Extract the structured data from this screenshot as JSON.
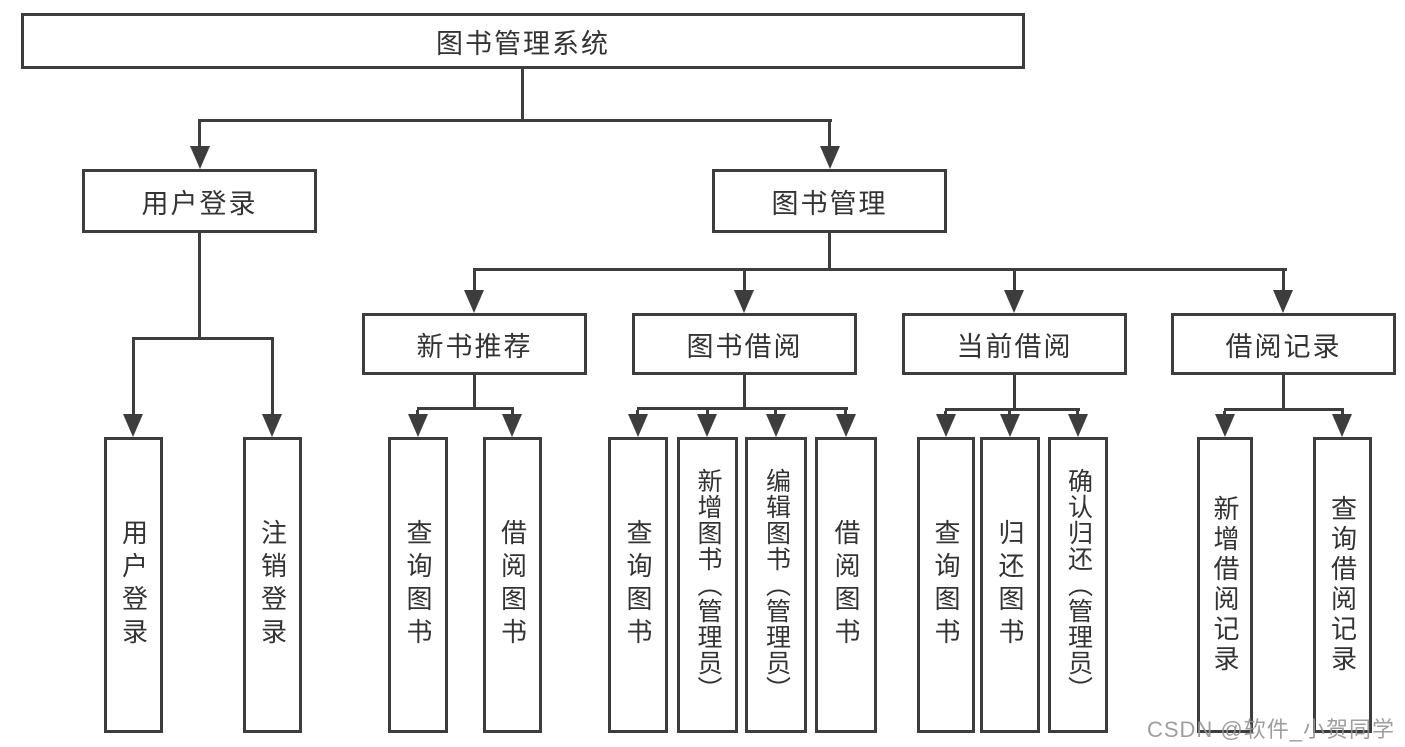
{
  "diagram": {
    "root": {
      "label": "图书管理系统"
    },
    "level1": [
      {
        "label": "用户登录"
      },
      {
        "label": "图书管理"
      }
    ],
    "level2": [
      {
        "label": "新书推荐"
      },
      {
        "label": "图书借阅"
      },
      {
        "label": "当前借阅"
      },
      {
        "label": "借阅记录"
      }
    ],
    "leaves": {
      "user_login": [
        {
          "label": "用户登录"
        },
        {
          "label": "注销登录"
        }
      ],
      "new_books": [
        {
          "label": "查询图书"
        },
        {
          "label": "借阅图书"
        }
      ],
      "book_borrow": [
        {
          "label": "查询图书"
        },
        {
          "label": "新增图书（管理员）"
        },
        {
          "label": "编辑图书（管理员）"
        },
        {
          "label": "借阅图书"
        }
      ],
      "current_borrow": [
        {
          "label": "查询图书"
        },
        {
          "label": "归还图书"
        },
        {
          "label": "确认归还（管理员）"
        }
      ],
      "borrow_records": [
        {
          "label": "新增借阅记录"
        },
        {
          "label": "查询借阅记录"
        }
      ]
    }
  },
  "watermark": "CSDN @软件_小贺同学",
  "colors": {
    "line": "#3d3d3d",
    "text": "#333333",
    "watermark": "#949494",
    "background": "#ffffff"
  }
}
